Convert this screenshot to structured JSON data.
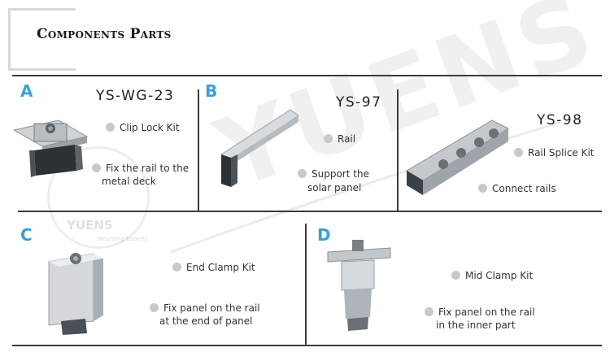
{
  "header": {
    "title": "Components Parts"
  },
  "watermark": {
    "brand": "YUENS",
    "logo_text": "YUENS",
    "logo_sub": "Mounting Experts"
  },
  "sections": {
    "a": {
      "letter": "A",
      "model": "YS-WG-23",
      "name": "Clip Lock Kit",
      "desc_1": "Fix the rail to the",
      "desc_2": "metal deck"
    },
    "b": {
      "letter": "B",
      "model": "YS-97",
      "name": "Rail",
      "desc_1": "Support the",
      "desc_2": "solar panel"
    },
    "b2": {
      "model": "YS-98",
      "name": "Rail Splice Kit",
      "desc_1": "Connect rails"
    },
    "c": {
      "letter": "C",
      "name": "End Clamp Kit",
      "desc_1": "Fix panel on the rail",
      "desc_2": "at the end of panel"
    },
    "d": {
      "letter": "D",
      "name": "Mid Clamp Kit",
      "desc_1": "Fix panel on the rail",
      "desc_2": "in the inner part"
    }
  },
  "colors": {
    "accent": "#3aa0d8",
    "line": "#3c3c3c",
    "dot": "#c9c9c9"
  }
}
